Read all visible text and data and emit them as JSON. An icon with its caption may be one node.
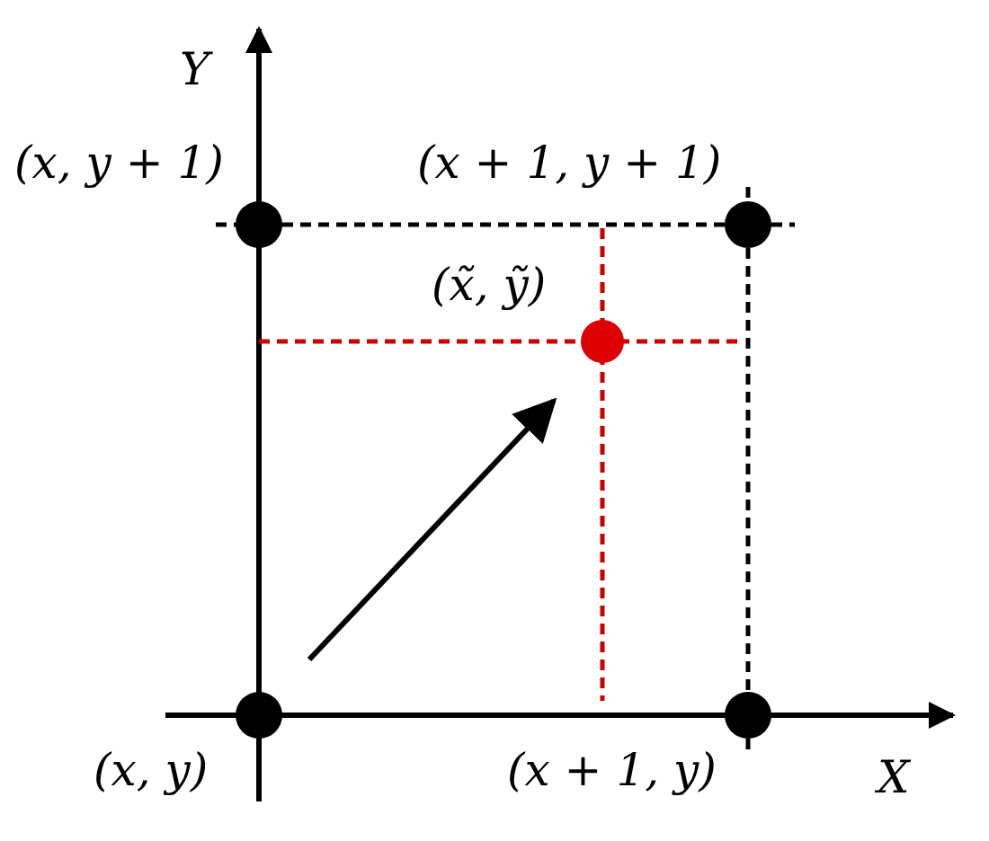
{
  "diagram": {
    "nodes": [
      {
        "text": [],
        "shape": "circle",
        "beside": [
          "(x, y + 1)"
        ]
      },
      {
        "text": [],
        "shape": "circle",
        "beside": [
          "(x + 1, y + 1)"
        ]
      },
      {
        "text": [],
        "shape": "circle",
        "beside": [
          "(x̃, ỹ)"
        ]
      },
      {
        "text": [],
        "shape": "circle",
        "beside": [
          "(x, y)"
        ]
      },
      {
        "text": [],
        "shape": "circle",
        "beside": [
          "(x + 1, y)"
        ]
      }
    ],
    "edges": [
      {
        "from": 0,
        "to": 1,
        "arrow": "none",
        "style": "dashed"
      },
      {
        "from": 1,
        "to": 4,
        "arrow": "none",
        "style": "dashed"
      }
    ],
    "labels": [
      "Y",
      "X"
    ]
  }
}
